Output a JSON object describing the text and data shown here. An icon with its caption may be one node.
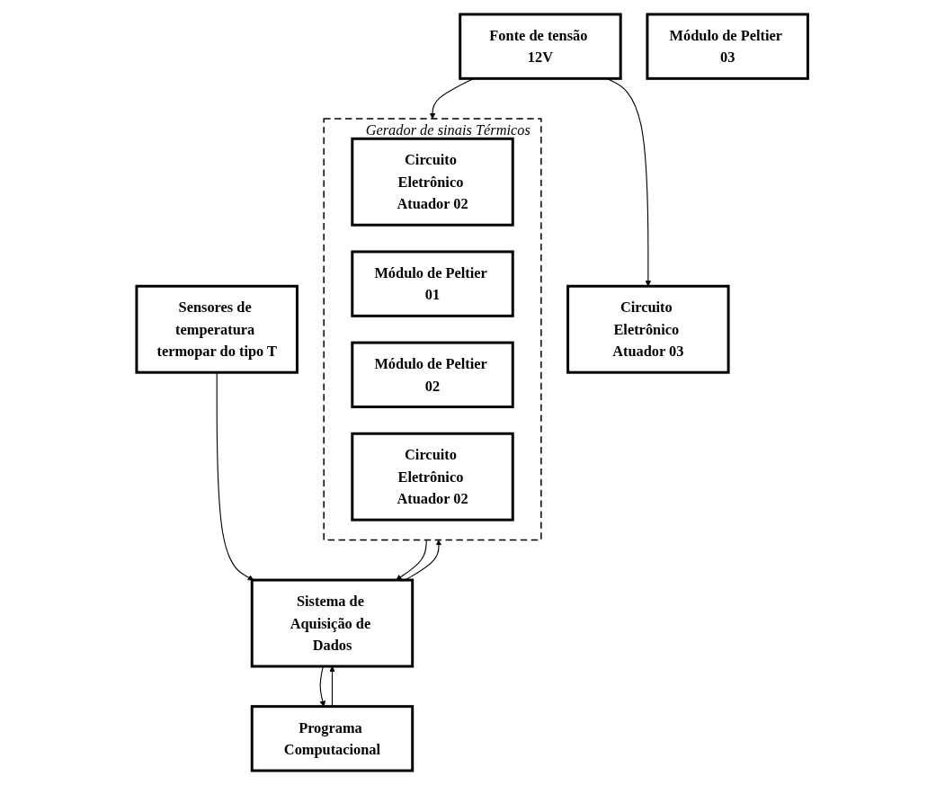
{
  "diagram": {
    "nodes": [
      {
        "text": [
          "Sensores de temperatura termopar do tipo T"
        ]
      },
      {
        "text": [
          "Fonte de tensão 12V"
        ]
      },
      {
        "text": [
          "Circuito Eletrônico Atuador 03"
        ]
      },
      {
        "text": [
          "Programa Computacional"
        ]
      },
      {
        "text": [
          "Sistema de Aquisição de Dados"
        ]
      },
      {
        "text": [
          "Módulo de Peltier 03"
        ]
      },
      {
        "text": [
          "Gerador de sinais Térmicos"
        ]
      },
      {
        "text": [
          "Circuito Eletrônico Atuador 02"
        ],
        "in": 6
      },
      {
        "text": [
          "Módulo de Peltier 01"
        ],
        "in": 6
      },
      {
        "text": [
          "Módulo de Peltier 02"
        ],
        "in": 6
      },
      {
        "text": [
          "Circuito Eletrônico Atuador 02"
        ],
        "in": 6
      }
    ],
    "edges": [
      {
        "from": 0,
        "to": 4,
        "arrow": "to"
      },
      {
        "from": 1,
        "to": 2,
        "arrow": "to"
      },
      {
        "from": 1,
        "to": 6,
        "arrow": "to"
      },
      {
        "from": 3,
        "to": 4,
        "arrow": "to"
      },
      {
        "from": 4,
        "to": 3,
        "arrow": "to"
      },
      {
        "from": 4,
        "to": 6,
        "arrow": "to"
      },
      {
        "from": 6,
        "to": 4,
        "arrow": "to"
      }
    ]
  }
}
